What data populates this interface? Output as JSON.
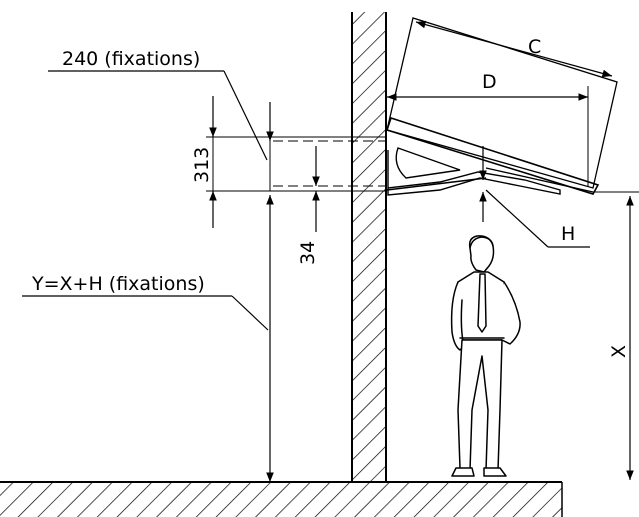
{
  "labels": {
    "fixations_240": "240 (fixations)",
    "dim_313": "313",
    "dim_34": "34",
    "y_formula": "Y=X+H (fixations)",
    "c": "C",
    "d": "D",
    "h": "H",
    "x": "X"
  },
  "colors": {
    "line": "#000000",
    "background": "#ffffff"
  }
}
